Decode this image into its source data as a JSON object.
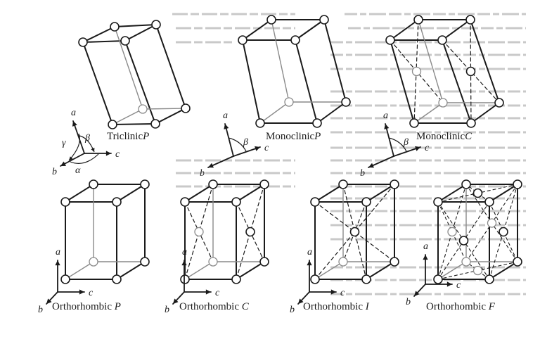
{
  "background_text_color": "#c9c9c9",
  "line_color": "#1a1a1a",
  "hidden_line_color": "#8a8a8a",
  "cells": [
    {
      "id": "triclinic-p",
      "name": "Triclinic",
      "centering": "P",
      "lattice": "triclinic",
      "points": "corners"
    },
    {
      "id": "monoclinic-p",
      "name": "Monoclinic",
      "centering": "P",
      "lattice": "monoclinic",
      "points": "corners"
    },
    {
      "id": "monoclinic-c",
      "name": "Monoclinic",
      "centering": "C",
      "lattice": "monoclinic",
      "points": "corners + base centers"
    },
    {
      "id": "orthorhombic-p",
      "name": "Orthorhombic",
      "centering": "P",
      "lattice": "orthorhombic",
      "points": "corners"
    },
    {
      "id": "orthorhombic-c",
      "name": "Orthorhombic",
      "centering": "C",
      "lattice": "orthorhombic",
      "points": "corners + base centers"
    },
    {
      "id": "orthorhombic-i",
      "name": "Orthorhombic",
      "centering": "I",
      "lattice": "orthorhombic",
      "points": "corners + body center"
    },
    {
      "id": "orthorhombic-f",
      "name": "Orthorhombic",
      "centering": "F",
      "lattice": "orthorhombic",
      "points": "corners + face centers"
    }
  ],
  "axes": {
    "a": "a",
    "b": "b",
    "c": "c",
    "alpha": "α",
    "beta": "β",
    "gamma": "γ"
  }
}
